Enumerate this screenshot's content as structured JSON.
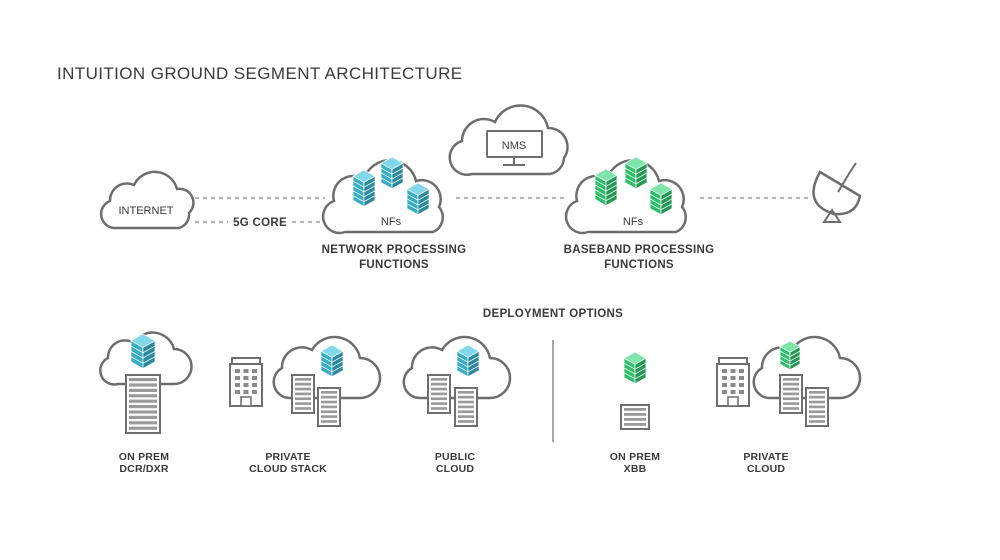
{
  "title": "INTUITION GROUND SEGMENT ARCHITECTURE",
  "top": {
    "internet_label": "INTERNET",
    "core_label": "5G CORE",
    "nms_label": "NMS",
    "network_nfs_label": "NFs",
    "network_caption": [
      "NETWORK PROCESSING",
      "FUNCTIONS"
    ],
    "baseband_nfs_label": "NFs",
    "baseband_caption": [
      "BASEBAND PROCESSING",
      "FUNCTIONS"
    ]
  },
  "deployment": {
    "heading": "DEPLOYMENT OPTIONS",
    "options": [
      {
        "line1": "ON PREM",
        "line2": "DCR/DXR"
      },
      {
        "line1": "PRIVATE",
        "line2": "CLOUD STACK"
      },
      {
        "line1": "PUBLIC",
        "line2": "CLOUD"
      },
      {
        "line1": "ON PREM",
        "line2": "XBB"
      },
      {
        "line1": "PRIVATE",
        "line2": "CLOUD"
      }
    ]
  },
  "colors": {
    "network_stack": "#3ec3e0",
    "baseband_stack": "#35d97a",
    "outline": "#6e6e6e",
    "text": "#3a3a3a"
  }
}
